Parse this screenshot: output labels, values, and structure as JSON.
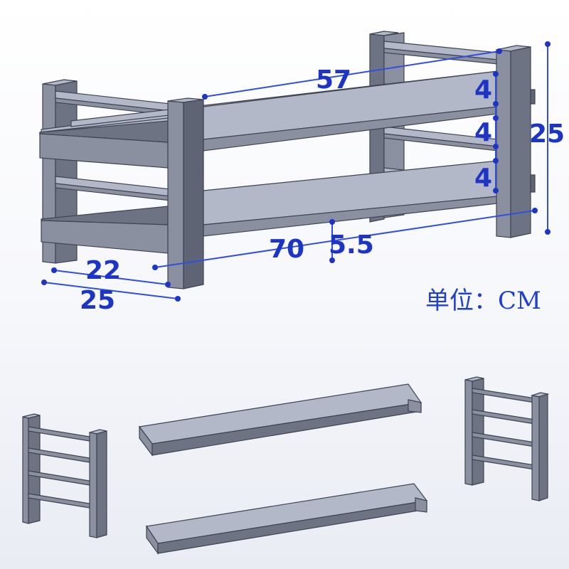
{
  "dimensions": {
    "shelf_length_top": "57",
    "gap_1": "4",
    "gap_2": "4",
    "gap_3": "4",
    "height": "25",
    "length_bottom": "70",
    "thickness": "5.5",
    "inner_depth": "22",
    "outer_depth": "25"
  },
  "unit_label": "单位：CM",
  "colors": {
    "dimension": "#1d35c6",
    "wood_top": "#b2b8c7",
    "wood_front": "#8a909f",
    "wood_side": "#6d7383"
  }
}
